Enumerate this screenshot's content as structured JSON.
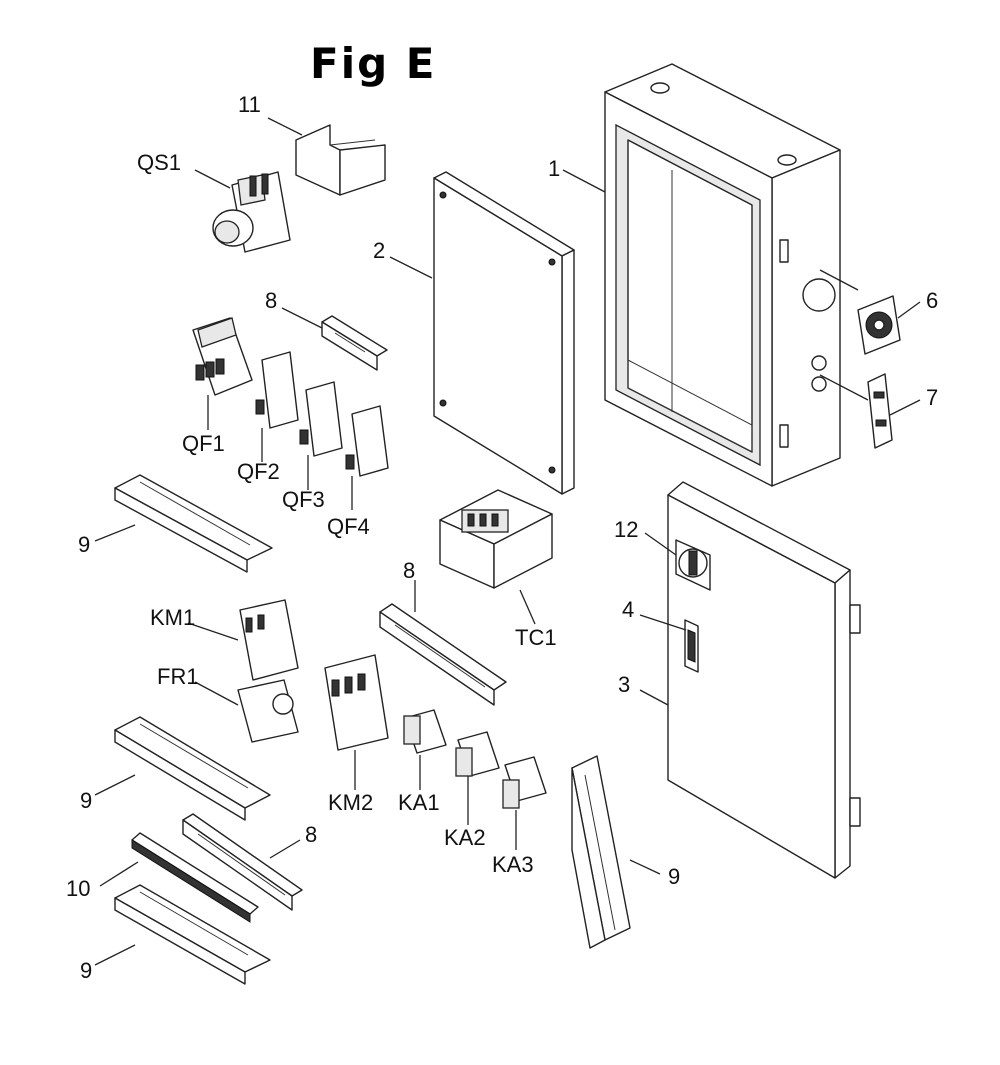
{
  "title": "Fig E",
  "labels": {
    "l1": "1",
    "l2": "2",
    "l3": "3",
    "l4": "4",
    "l6": "6",
    "l7": "7",
    "l8a": "8",
    "l8b": "8",
    "l8c": "8",
    "l9a": "9",
    "l9b": "9",
    "l9c": "9",
    "l9d": "9",
    "l10": "10",
    "l11": "11",
    "l12": "12",
    "qs1": "QS1",
    "qf1": "QF1",
    "qf2": "QF2",
    "qf3": "QF3",
    "qf4": "QF4",
    "km1": "KM1",
    "km2": "KM2",
    "fr1": "FR1",
    "tc1": "TC1",
    "ka1": "KA1",
    "ka2": "KA2",
    "ka3": "KA3"
  }
}
